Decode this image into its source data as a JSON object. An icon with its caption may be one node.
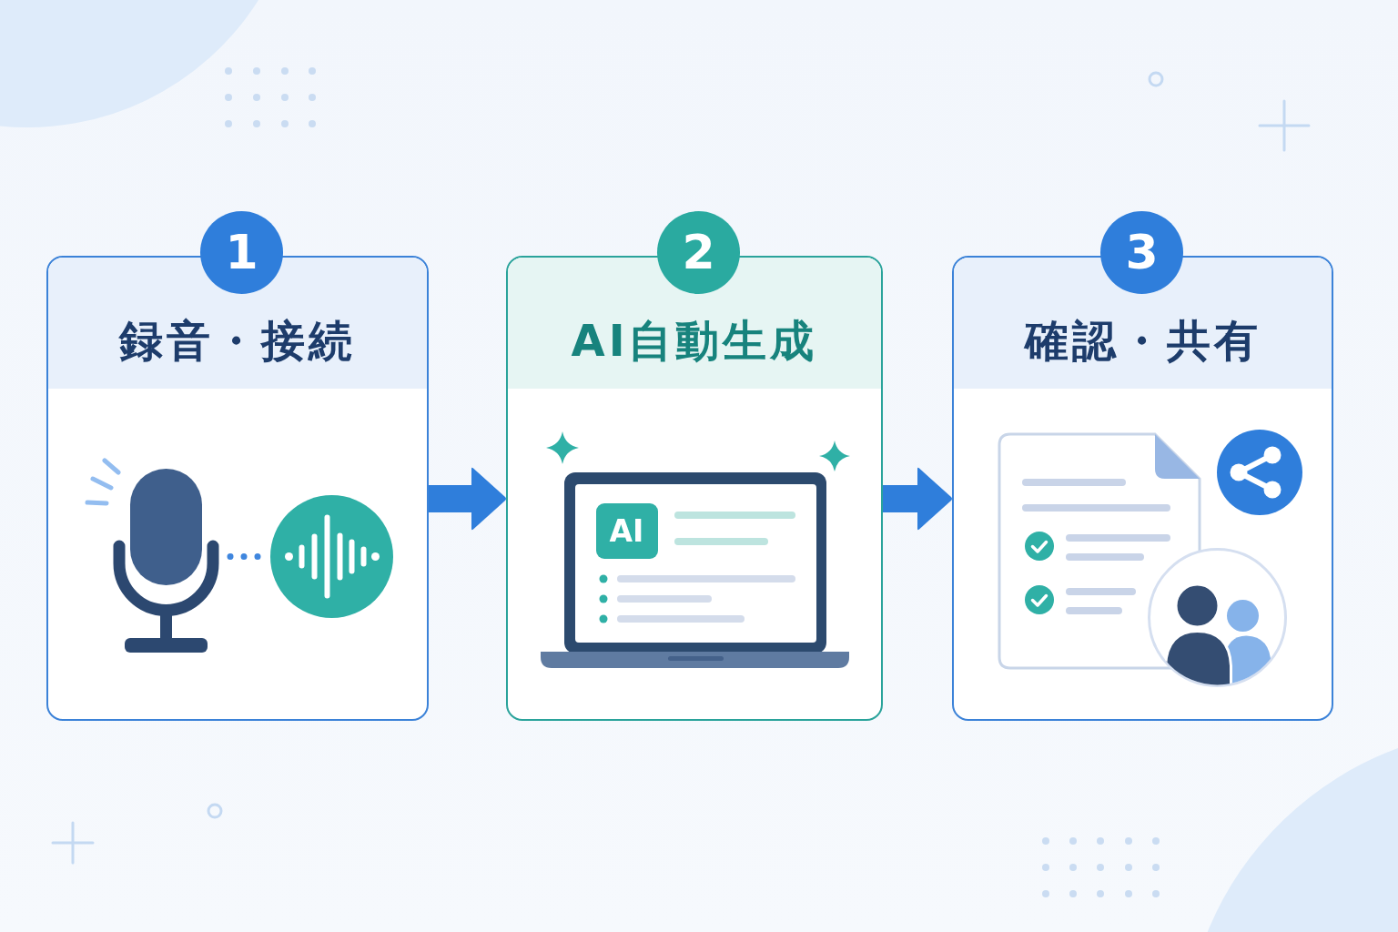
{
  "diagram": {
    "nodes": [
      {
        "text": [
          "1"
        ]
      },
      {
        "text": [
          "録音・接続"
        ]
      },
      {
        "text": [],
        "shape": "picture",
        "in": 1
      },
      {
        "text": [],
        "shape": "circle",
        "in": 1
      },
      {
        "text": [
          "2"
        ]
      },
      {
        "text": [
          "AI自動生成"
        ]
      },
      {
        "text": [
          "AI"
        ],
        "in": 5
      },
      {
        "text": [
          "3"
        ]
      },
      {
        "text": [
          "確認・共有"
        ]
      }
    ],
    "edges": [
      {
        "from": 2,
        "to": 3,
        "arrow": "none",
        "style": "dashed"
      },
      {
        "from": 1,
        "to": 5,
        "arrow": "to"
      },
      {
        "from": 5,
        "to": 8,
        "arrow": "to"
      }
    ]
  }
}
